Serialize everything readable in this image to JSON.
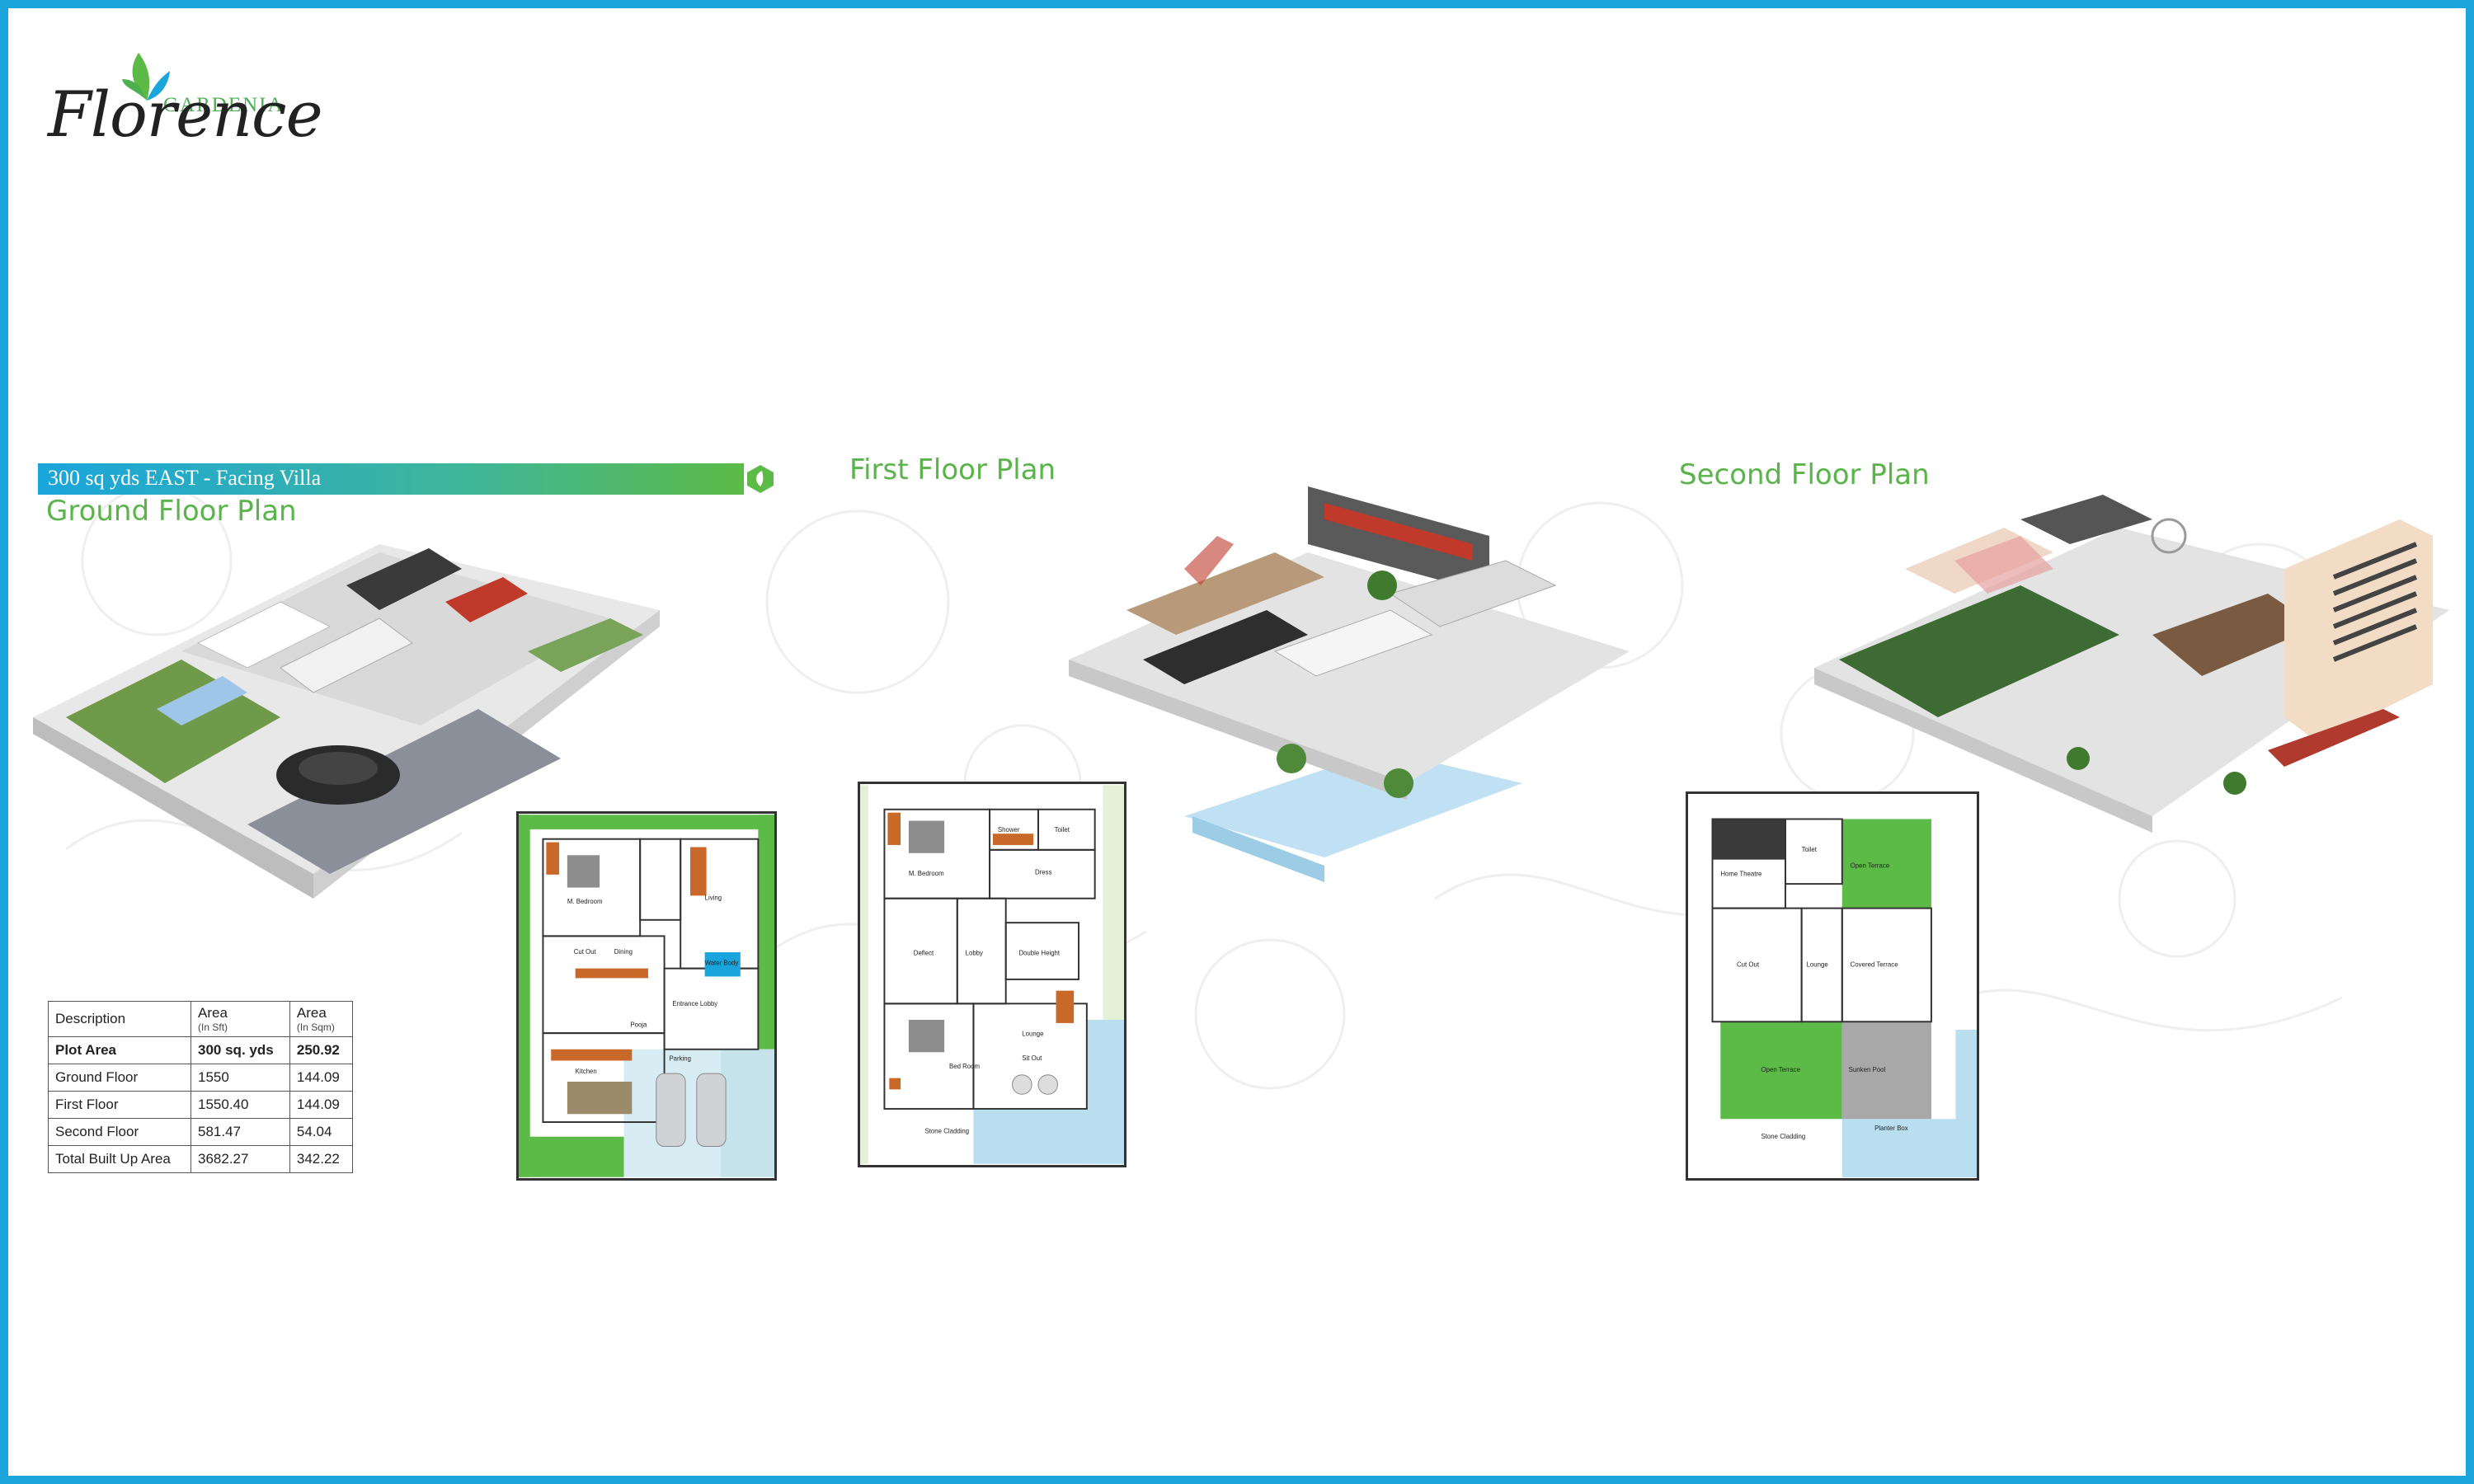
{
  "brand": {
    "small": "GARDENIA",
    "big": "Florence"
  },
  "banner": {
    "text": "300 sq yds EAST - Facing Villa"
  },
  "headings": {
    "ground": "Ground Floor Plan",
    "first": "First Floor Plan",
    "second": "Second Floor Plan"
  },
  "area_table": {
    "headers": [
      {
        "label": "Description",
        "sub": ""
      },
      {
        "label": "Area",
        "sub": "(In Sft)"
      },
      {
        "label": "Area",
        "sub": "(In Sqm)"
      }
    ],
    "rows": [
      {
        "desc": "Plot Area",
        "sft": "300 sq. yds",
        "sqm": "250.92"
      },
      {
        "desc": "Ground Floor",
        "sft": "1550",
        "sqm": "144.09"
      },
      {
        "desc": "First Floor",
        "sft": "1550.40",
        "sqm": "144.09"
      },
      {
        "desc": "Second Floor",
        "sft": "581.47",
        "sqm": "54.04"
      },
      {
        "desc": "Total Built Up Area",
        "sft": "3682.27",
        "sqm": "342.22"
      }
    ]
  },
  "ground_plan_labels": {
    "bedroom": "M. Bedroom",
    "living": "Living",
    "dining": "Dining",
    "kitchen": "Kitchen",
    "parking": "Parking",
    "pooja": "Pooja",
    "utility": "Entrance Lobby",
    "water": "Water Body",
    "cutout": "Cut Out"
  },
  "first_plan_labels": {
    "bedroom": "M. Bedroom",
    "dressing": "Dress",
    "toilet": "Toilet",
    "shower": "Shower",
    "lobby": "Lobby",
    "defoot": "Deflect",
    "double": "Double Height",
    "lounge": "Lounge",
    "bed2": "Bed Room",
    "balcony": "Sit Out",
    "stone": "Stone Cladding"
  },
  "second_plan_labels": {
    "toilet": "Toilet",
    "open_terrace": "Open Terrace",
    "covered": "Covered Terrace",
    "cutout": "Cut Out",
    "lounge": "Lounge",
    "garden": "Sunken Pool",
    "stone": "Stone Cladding",
    "planter": "Planter Box",
    "home": "Home Theatre"
  },
  "colors": {
    "border": "#1aa5dc",
    "green": "#5cba47",
    "heading": "#59b44a"
  }
}
